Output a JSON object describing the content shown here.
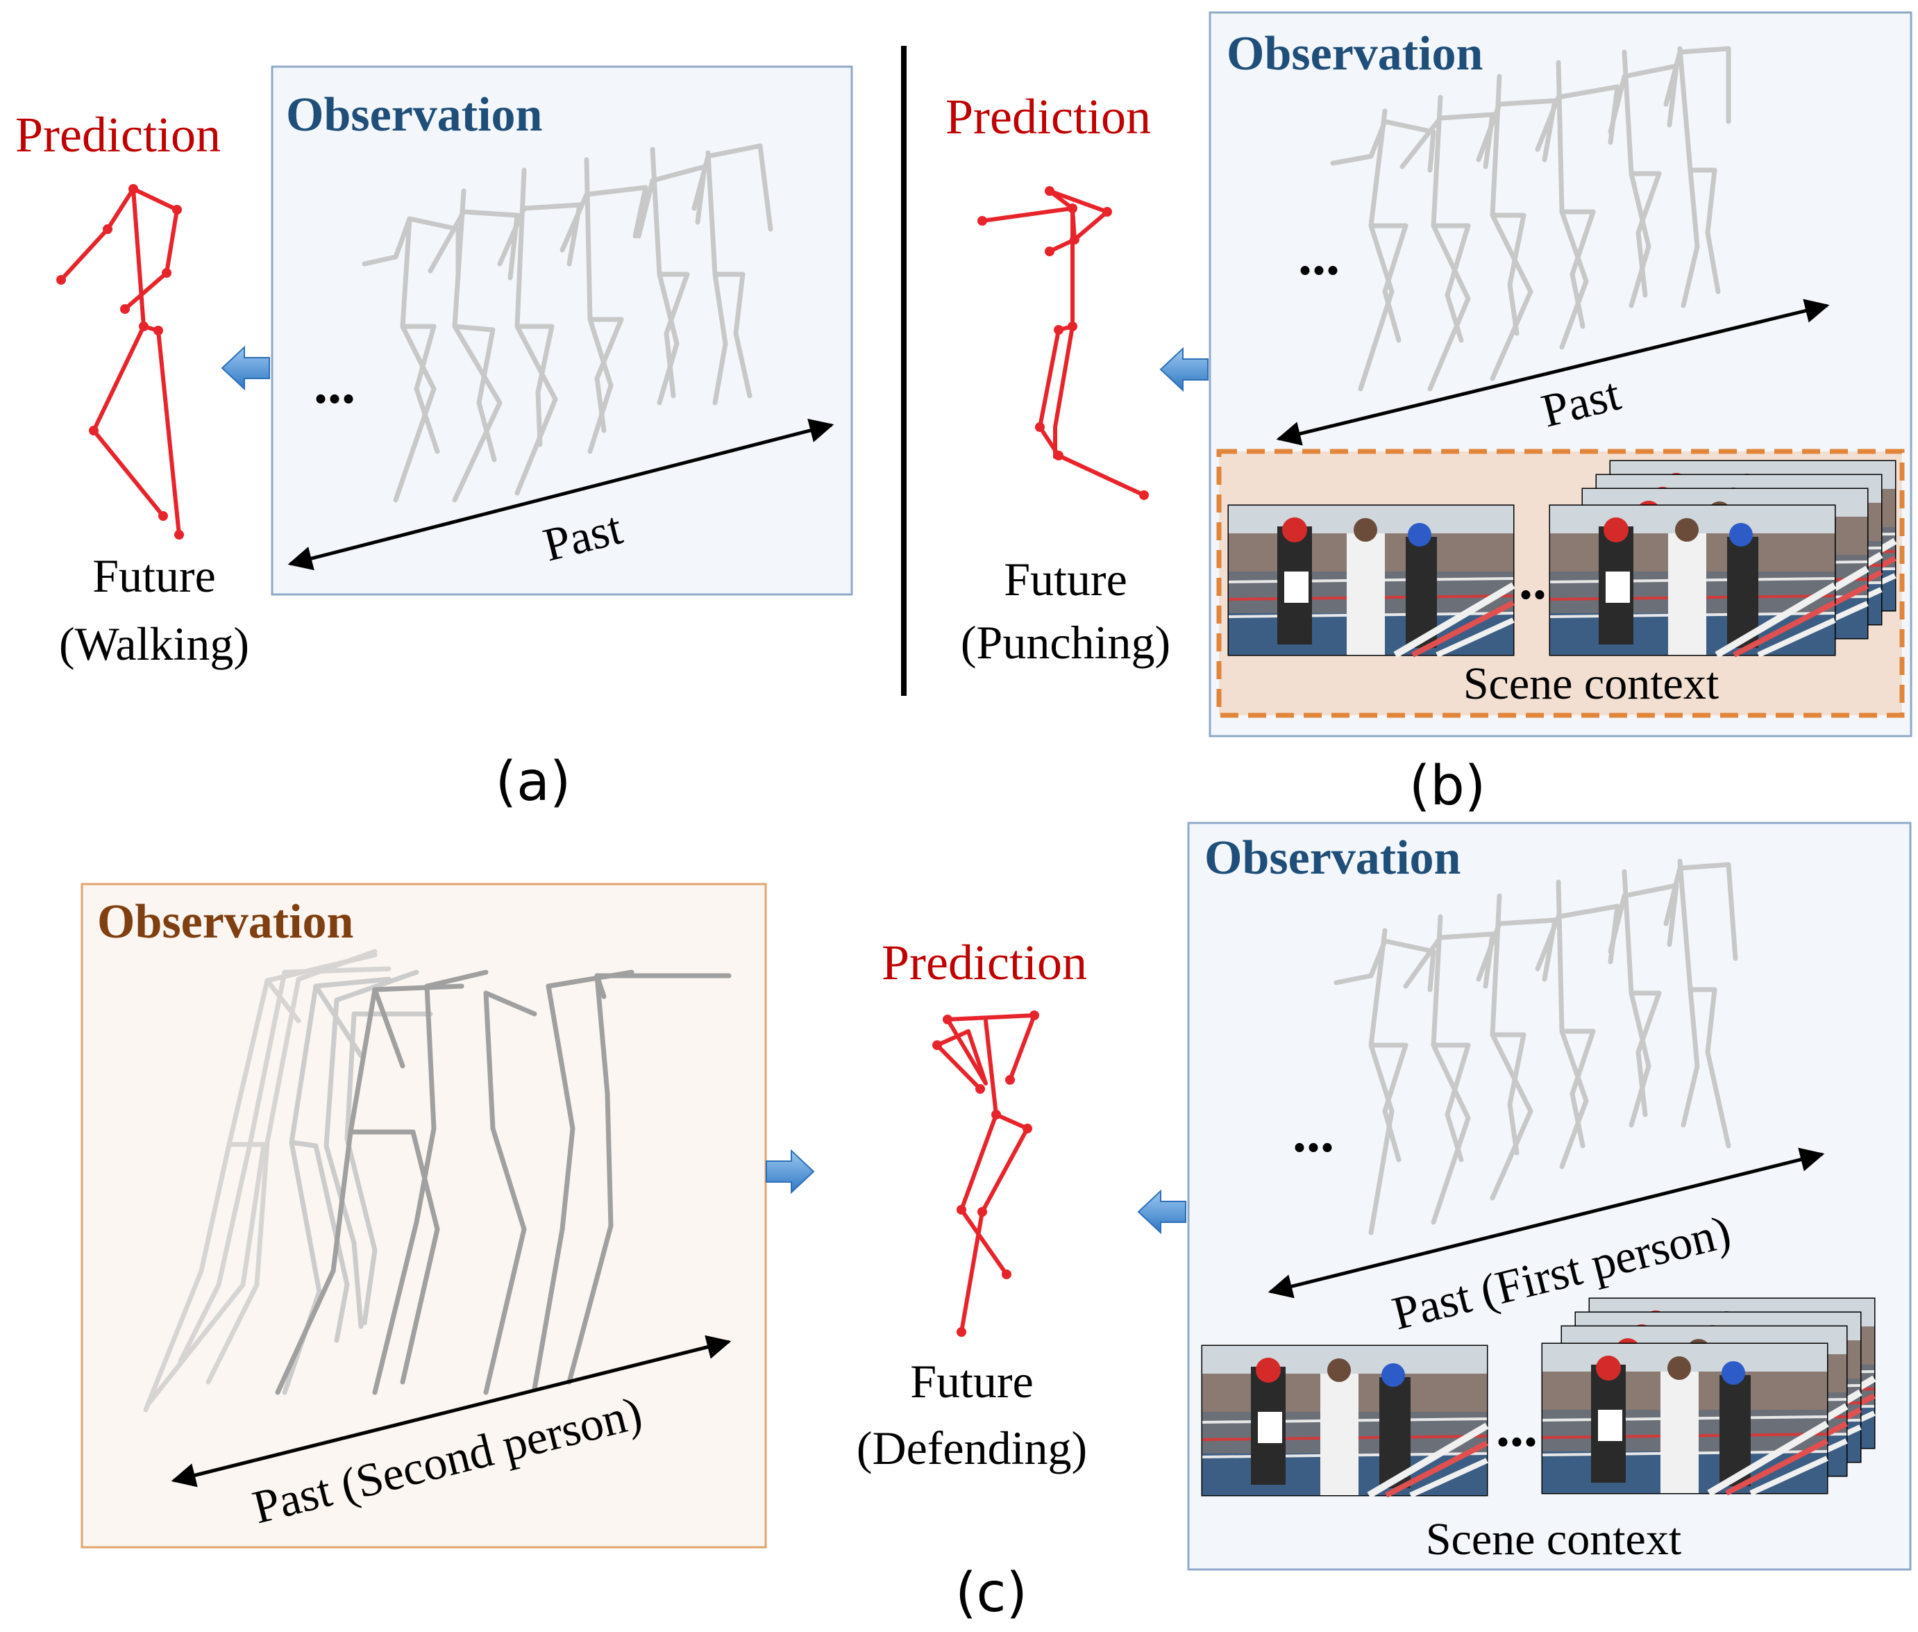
{
  "panels": {
    "a": {
      "label": "(a)",
      "prediction": "Prediction",
      "observation_title": "Observation",
      "future_line1": "Future",
      "future_line2": "(Walking)",
      "past": "Past",
      "ellipsis": "..."
    },
    "b": {
      "label": "(b)",
      "prediction": "Prediction",
      "observation_title": "Observation",
      "future_line1": "Future",
      "future_line2": "(Punching)",
      "past": "Past",
      "ellipsis": "...",
      "scene_context": "Scene context",
      "frame_ellipsis": "..."
    },
    "c": {
      "label": "(c)",
      "prediction": "Prediction",
      "left_observation_title": "Observation",
      "right_observation_title": "Observation",
      "future_line1": "Future",
      "future_line2": "(Defending)",
      "past_second": "Past (Second person)",
      "past_first": "Past (First person)",
      "ellipsis": "...",
      "scene_context": "Scene context",
      "frame_ellipsis": "..."
    }
  },
  "colors": {
    "prediction_red": "#c00000",
    "skeleton_red": "#e8242b",
    "observation_blue_title": "#1f4e79",
    "observation_brown_title": "#7f3f10",
    "panel_blue_fill": "#f3f7fb",
    "panel_blue_border": "#8fa9c8",
    "panel_orange_fill": "#fbf6f1",
    "panel_orange_border": "#e2a36c",
    "scene_fill": "#f2dfd2",
    "scene_dash_border": "#e0853a",
    "arrow_blue": "#4a90d9"
  }
}
